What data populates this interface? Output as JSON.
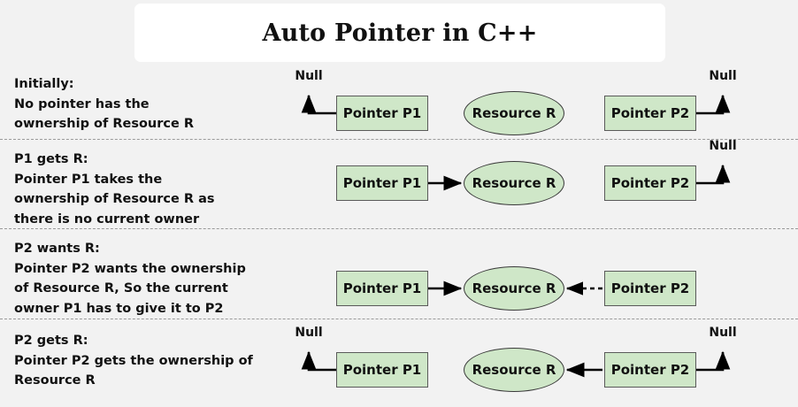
{
  "header": {
    "title": "Auto Pointer in C++"
  },
  "labels": {
    "null": "Null",
    "pointer_p1": "Pointer P1",
    "pointer_p2": "Pointer P2",
    "resource_r": "Resource R"
  },
  "colors": {
    "background": "#f2f2f2",
    "title_card": "#ffffff",
    "node_fill": "#cfe7c8",
    "node_stroke": "#5a5a5a",
    "text": "#111111",
    "divider": "#9a9a9a",
    "arrow": "#000000"
  },
  "rows": [
    {
      "heading": "Initially:",
      "caption": "Initially:\nNo pointer has the\nownership of Resource R",
      "p1_label": "Pointer P1",
      "r_label": "Resource R",
      "p2_label": "Pointer P2",
      "p1_null_label": "Null",
      "p2_null_label": "Null",
      "p1_state": "null",
      "p2_state": "null",
      "p1_to_r": "none",
      "p2_to_r": "none"
    },
    {
      "heading": "P1 gets R:",
      "caption": "P1 gets R:\nPointer P1 takes the\nownership of Resource R as\nthere is no current owner",
      "p1_label": "Pointer P1",
      "r_label": "Resource R",
      "p2_label": "Pointer P2",
      "p1_null_label": "",
      "p2_null_label": "Null",
      "p1_state": "owns",
      "p2_state": "null",
      "p1_to_r": "solid",
      "p2_to_r": "none"
    },
    {
      "heading": "P2 wants R:",
      "caption": "P2 wants R:\nPointer P2 wants the ownership\nof Resource R, So the current\nowner P1 has to give it to P2",
      "p1_label": "Pointer P1",
      "r_label": "Resource R",
      "p2_label": "Pointer P2",
      "p1_null_label": "",
      "p2_null_label": "",
      "p1_state": "owns",
      "p2_state": "wants",
      "p1_to_r": "solid",
      "p2_to_r": "dashed"
    },
    {
      "heading": "P2 gets R:",
      "caption": "P2 gets R:\nPointer P2 gets the ownership of\nResource R",
      "p1_label": "Pointer P1",
      "r_label": "Resource R",
      "p2_label": "Pointer P2",
      "p1_null_label": "Null",
      "p2_null_label": "Null",
      "p1_state": "null",
      "p2_state": "owns",
      "p1_to_r": "none",
      "p2_to_r": "solid"
    }
  ]
}
